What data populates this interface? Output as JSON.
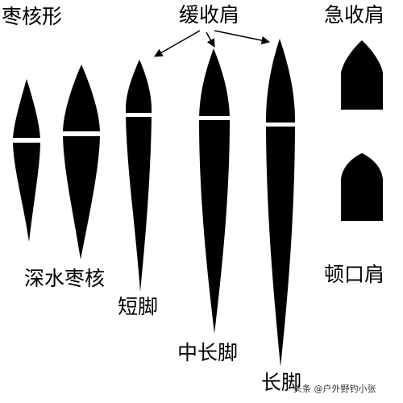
{
  "colors": {
    "shape": "#000000",
    "band": "#ffffff",
    "background": "#ffffff",
    "text": "#000000"
  },
  "labels": {
    "zaohe": "枣核形",
    "huanshoujian": "缓收肩",
    "jishoujian": "急收肩",
    "shenshui_zaohe": "深水枣核",
    "duanjiao": "短脚",
    "dunkoujian": "顿口肩",
    "zhongchangjiao": "中长脚",
    "changjiao": "长脚"
  },
  "watermark": "头条 @户外野钓小张",
  "floats": [
    {
      "name": "zaohe-float",
      "label_key": "zaohe"
    },
    {
      "name": "shenshui-zaohe-float",
      "label_key": "shenshui_zaohe"
    },
    {
      "name": "duanjiao-float",
      "label_key": "duanjiao"
    },
    {
      "name": "zhongchangjiao-float",
      "label_key": "zhongchangjiao"
    },
    {
      "name": "changjiao-float",
      "label_key": "changjiao"
    },
    {
      "name": "jishoujian-top",
      "label_key": "jishoujian"
    },
    {
      "name": "dunkoujian-top",
      "label_key": "dunkoujian"
    }
  ]
}
